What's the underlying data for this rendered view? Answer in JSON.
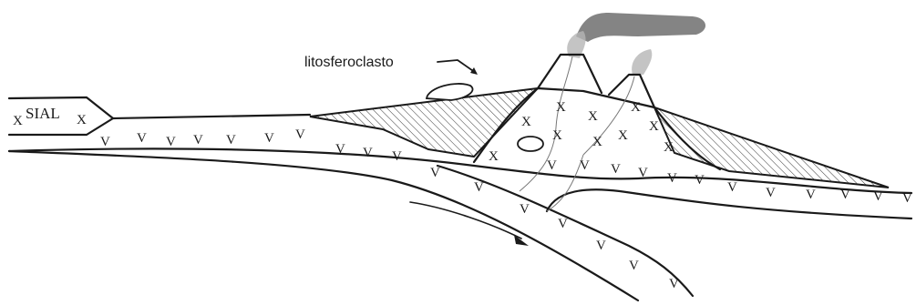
{
  "labels": {
    "sial": "SIAL",
    "litosferoclasto": "litosferoclasto"
  },
  "symbols": {
    "crust": "X",
    "mantle": "V"
  },
  "colors": {
    "ink": "#1a1a1a",
    "plume_dark": "#6e6e6e",
    "plume_light": "#b5b5b5"
  }
}
